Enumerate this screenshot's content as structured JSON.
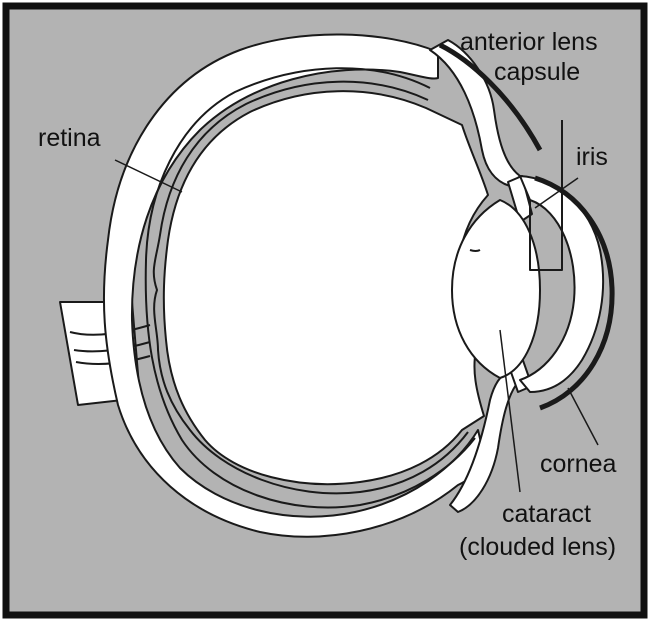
{
  "colors": {
    "background": "#b3b3b3",
    "frame": "#111111",
    "line": "#1a1a1a",
    "fill": "#ffffff"
  },
  "labels": {
    "anterior_lens_capsule_line1": "anterior lens",
    "anterior_lens_capsule_line2": "capsule",
    "retina": "retina",
    "iris": "iris",
    "cornea": "cornea",
    "cataract_line1": "cataract",
    "cataract_line2": "(clouded lens)"
  }
}
